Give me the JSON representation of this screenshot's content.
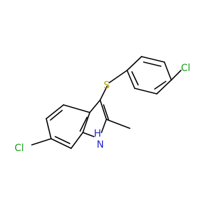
{
  "atoms": {
    "cl_left": {
      "symbol": "Cl",
      "color": "#1fa01f"
    },
    "cl_right": {
      "symbol": "Cl",
      "color": "#1fa01f"
    },
    "sulfur": {
      "symbol": "S",
      "color": "#b8a200"
    },
    "nitrogen_h": {
      "symbol": "H",
      "color": "#2323d2"
    },
    "nitrogen": {
      "symbol": "N",
      "color": "#2323d2"
    }
  }
}
